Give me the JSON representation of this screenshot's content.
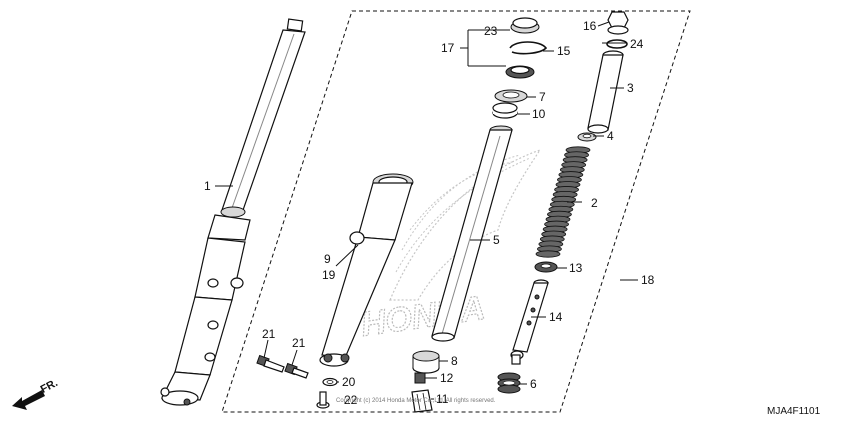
{
  "diagram": {
    "drawing_code": "MJA4F1101",
    "direction_label": "FR.",
    "watermark_brand": "HONDA",
    "copyright": "Copyright (c) 2014 Honda Motor Co.,Ltd. All rights reserved.",
    "callouts": {
      "c1": "1",
      "c2": "2",
      "c3": "3",
      "c4": "4",
      "c5": "5",
      "c6": "6",
      "c7": "7",
      "c8": "8",
      "c9": "9",
      "c10": "10",
      "c11": "11",
      "c12": "12",
      "c13": "13",
      "c14": "14",
      "c15": "15",
      "c16": "16",
      "c17": "17",
      "c18": "18",
      "c19": "19",
      "c20": "20",
      "c21a": "21",
      "c21b": "21",
      "c22": "22",
      "c23": "23",
      "c24": "24"
    }
  }
}
